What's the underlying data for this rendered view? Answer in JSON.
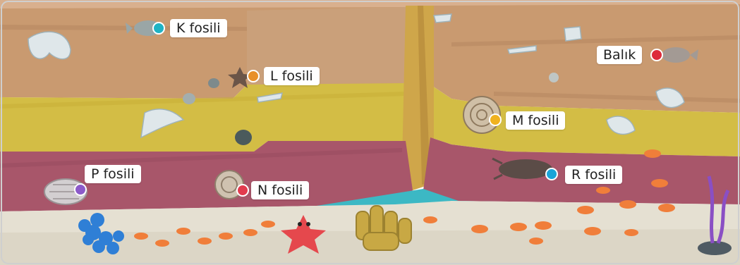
{
  "labels": {
    "k": "K fosili",
    "l": "L fosili",
    "m": "M fosili",
    "n": "N fosili",
    "p": "P fosili",
    "r": "R fosili",
    "balik": "Balık"
  },
  "colors": {
    "k": "#1fb3c4",
    "l": "#e8902a",
    "m": "#f0b21f",
    "n": "#e23b4e",
    "p": "#8c5ac9",
    "r": "#1aa4d8",
    "balik": "#dd2b3a",
    "layer_brown": "#c9966c",
    "layer_yellow": "#d6c248",
    "layer_maroon": "#a8566a",
    "seafloor": "#e5e0d2"
  }
}
